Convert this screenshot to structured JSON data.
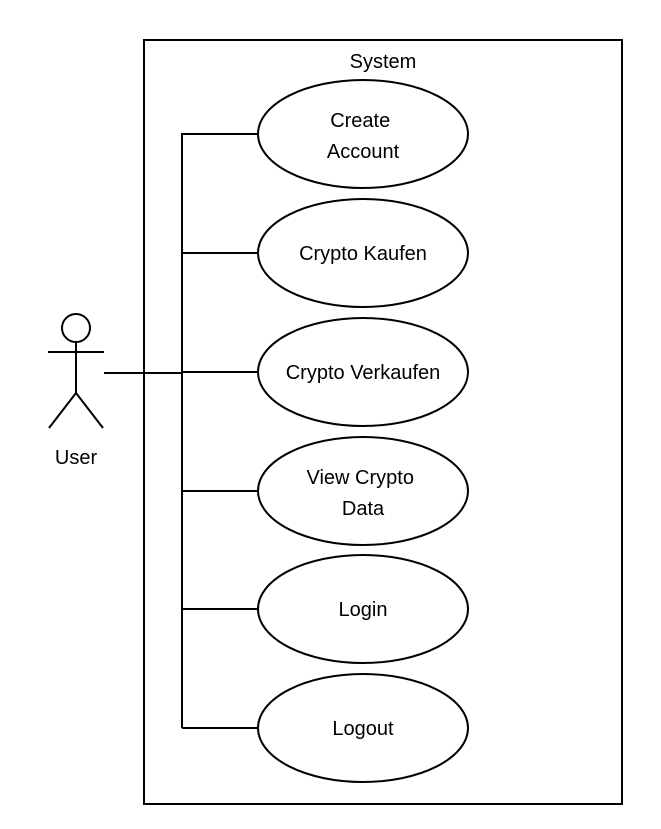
{
  "system": {
    "title": "System"
  },
  "actor": {
    "name": "User"
  },
  "use_cases": [
    {
      "lines": [
        "Create",
        "Account"
      ]
    },
    {
      "lines": [
        "Crypto Kaufen"
      ]
    },
    {
      "lines": [
        "Crypto Verkaufen"
      ]
    },
    {
      "lines": [
        "View Crypto",
        "Data"
      ]
    },
    {
      "lines": [
        "Login"
      ]
    },
    {
      "lines": [
        "Logout"
      ]
    }
  ],
  "colors": {
    "stroke": "#000000",
    "fill": "#ffffff"
  }
}
